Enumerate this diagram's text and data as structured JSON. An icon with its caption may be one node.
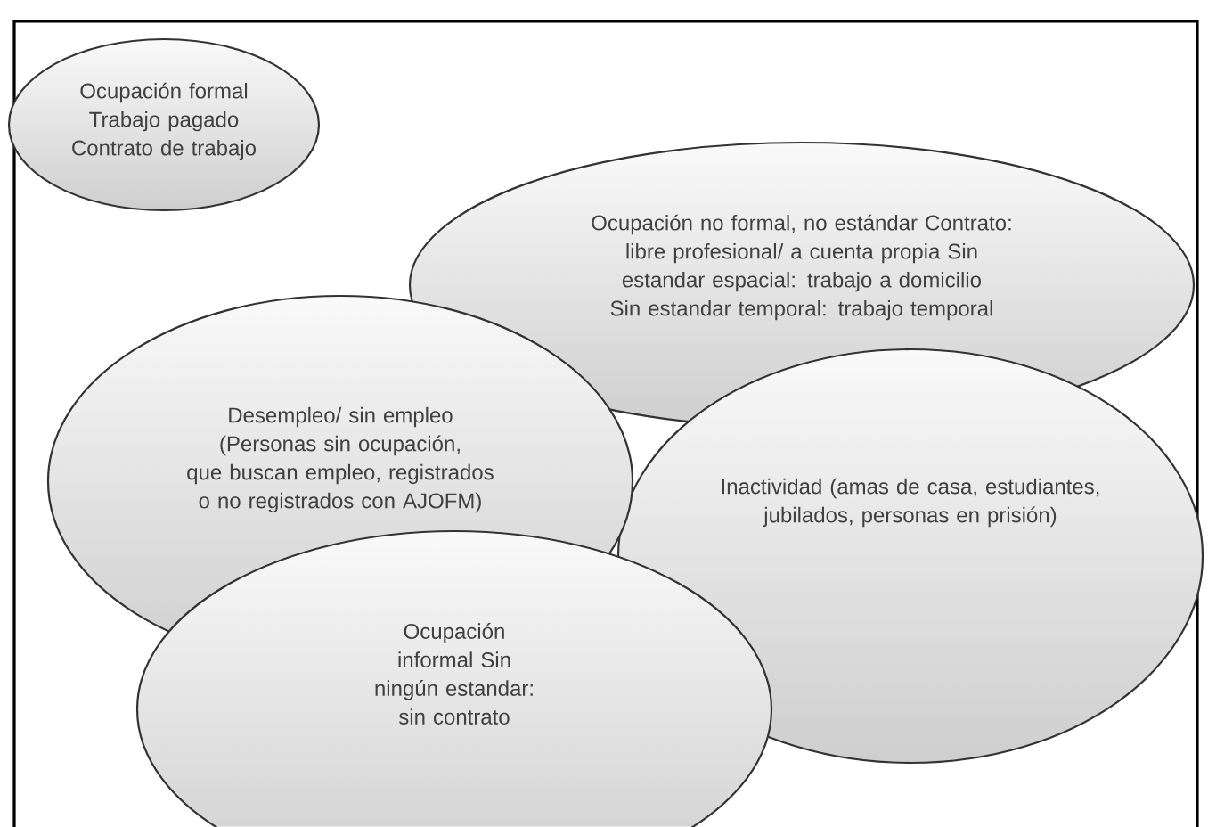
{
  "diagram": {
    "nodes": [
      {
        "text": [
          "Ocupación formal Trabajo pagado Contrato de trabajo"
        ]
      },
      {
        "text": [
          "Ocupación no formal, no estándar Contrato: libre profesional/ a cuenta propia Sin estandar espacial: trabajo a domicilio Sin estandar temporal: trabajo temporal"
        ]
      },
      {
        "text": [
          "Desempleo/ sin empleo (Personas sin ocupación, que buscan empleo, registrados o no registrados con AJOFM)"
        ]
      },
      {
        "text": [
          "Inactividad (amas de casa, estudiantes, jubilados, personas en prisión)"
        ]
      },
      {
        "text": [
          "Ocupación informal Sin ningún estandar: sin contrato"
        ]
      }
    ]
  }
}
